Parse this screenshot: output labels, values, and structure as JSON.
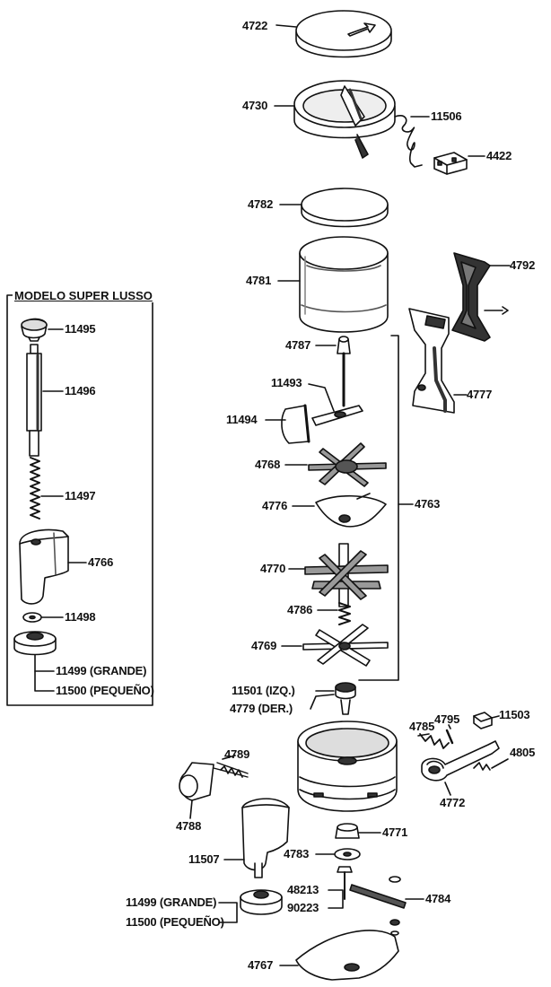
{
  "inset": {
    "title": "MODELO SUPER LUSSO"
  },
  "labels": {
    "p4722": "4722",
    "p4730": "4730",
    "p11506": "11506",
    "p4422": "4422",
    "p4782": "4782",
    "p4781": "4781",
    "p4792": "4792",
    "p4787": "4787",
    "p4777": "4777",
    "p11493": "11493",
    "p11494": "11494",
    "p4768": "4768",
    "p4763": "4763",
    "p4776": "4776",
    "p4770": "4770",
    "p4786": "4786",
    "p4769": "4769",
    "p11501": "11501 (IZQ.)",
    "p4779": "4779 (DER.)",
    "p4785": "4785",
    "p4795": "4795",
    "p11503": "11503",
    "p4805": "4805",
    "p4772": "4772",
    "p4789": "4789",
    "p4788": "4788",
    "p4771": "4771",
    "p11507": "11507",
    "p4783": "4783",
    "p48213": "48213",
    "p90223": "90223",
    "p4784": "4784",
    "p11499b": "11499 (GRANDE)",
    "p11500b": "11500 (PEQUEÑO)",
    "p4767": "4767",
    "i11495": "11495",
    "i11496": "11496",
    "i11497": "11497",
    "i4766": "4766",
    "i11498": "11498",
    "i11499": "11499 (GRANDE)",
    "i11500": "11500 (PEQUEÑO)"
  }
}
